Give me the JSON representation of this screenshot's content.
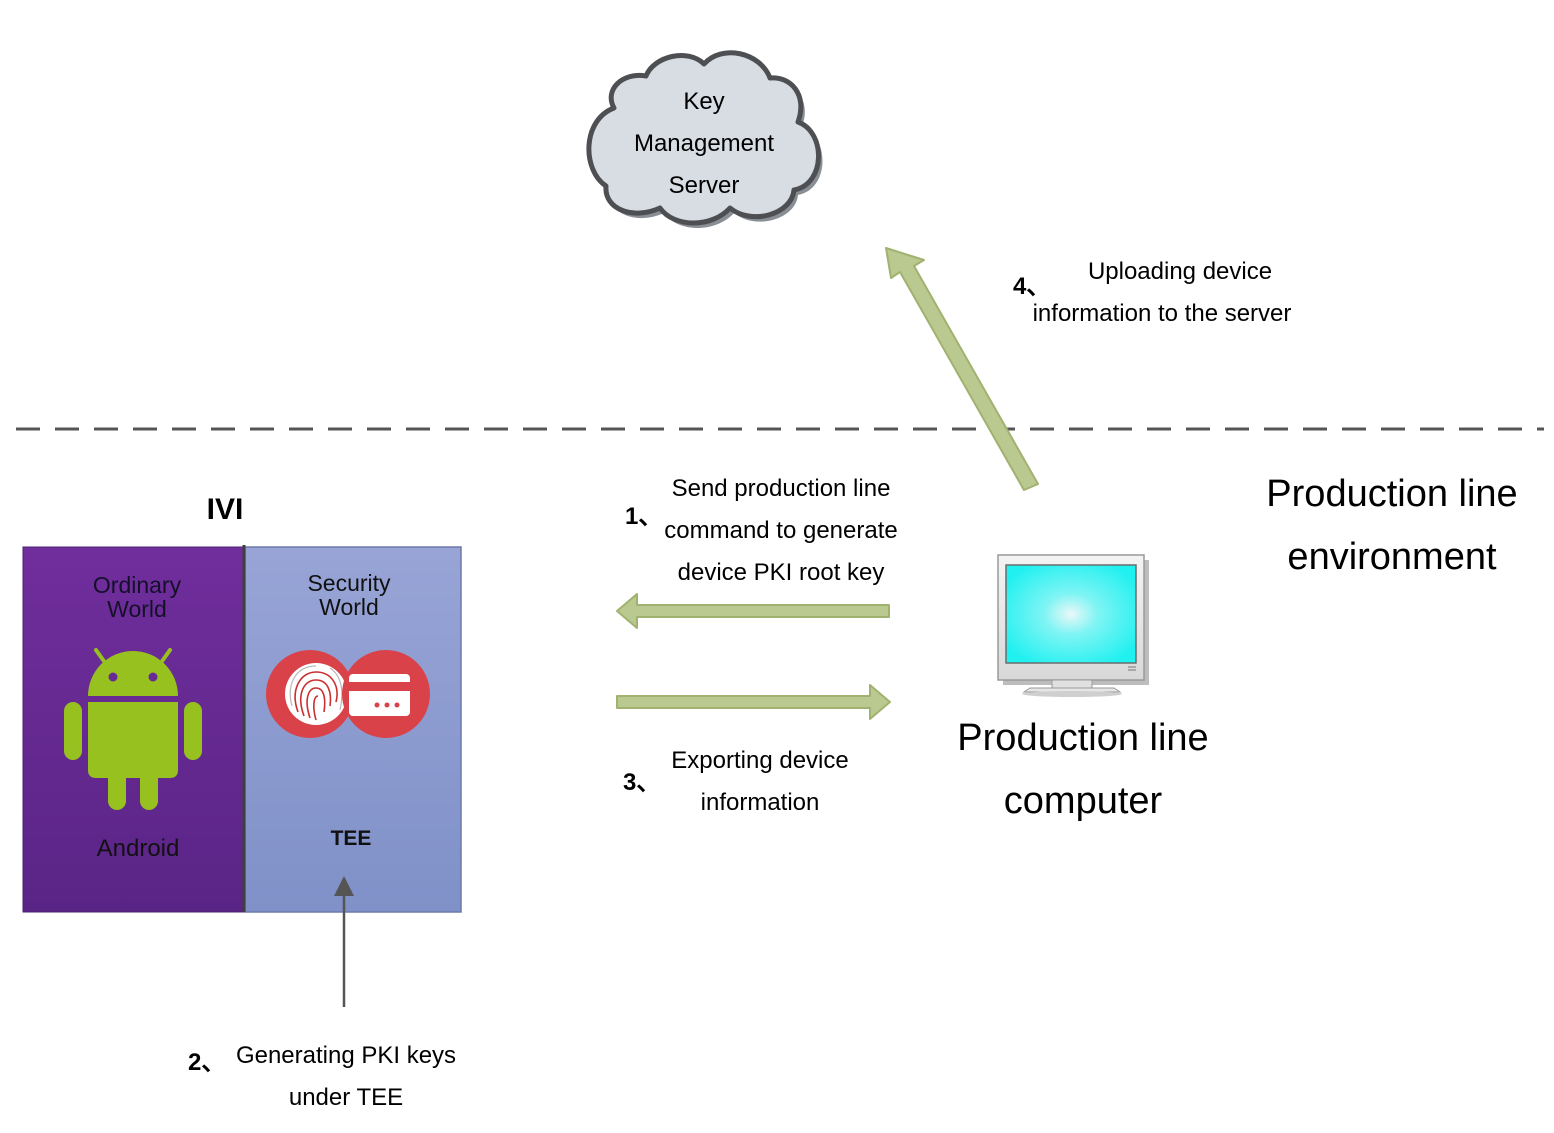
{
  "server": {
    "lines": [
      "Key",
      "Management",
      "Server"
    ]
  },
  "steps": {
    "step1": {
      "num": "1、",
      "lines": [
        "Send production line",
        "command to generate",
        "device PKI root key"
      ]
    },
    "step2": {
      "num": "2、",
      "lines": [
        "Generating PKI keys",
        "under TEE"
      ]
    },
    "step3": {
      "num": "3、",
      "lines": [
        "Exporting device",
        "information"
      ]
    },
    "step4": {
      "num": "4、",
      "lines": [
        "Uploading device",
        "information to the server"
      ]
    }
  },
  "ivi": {
    "title": "IVI",
    "ordinary": {
      "line1": "Ordinary",
      "line2": "World",
      "os": "Android"
    },
    "security": {
      "line1": "Security",
      "line2": "World",
      "os": "TEE"
    }
  },
  "computer": {
    "lines": [
      "Production line",
      "computer"
    ]
  },
  "environment": {
    "lines": [
      "Production line",
      "environment"
    ]
  },
  "colors": {
    "ordinary_world": "#6a2a96",
    "security_world": "#8d9bd0",
    "arrow_fill": "#b7c78f",
    "android_green": "#97c11f",
    "tee_red": "#d94248",
    "cloud_fill": "#d8dde4",
    "screen": "#35f2f2"
  },
  "icons": [
    "cloud-icon",
    "android-icon",
    "fingerprint-icon",
    "card-icon",
    "monitor-icon"
  ]
}
